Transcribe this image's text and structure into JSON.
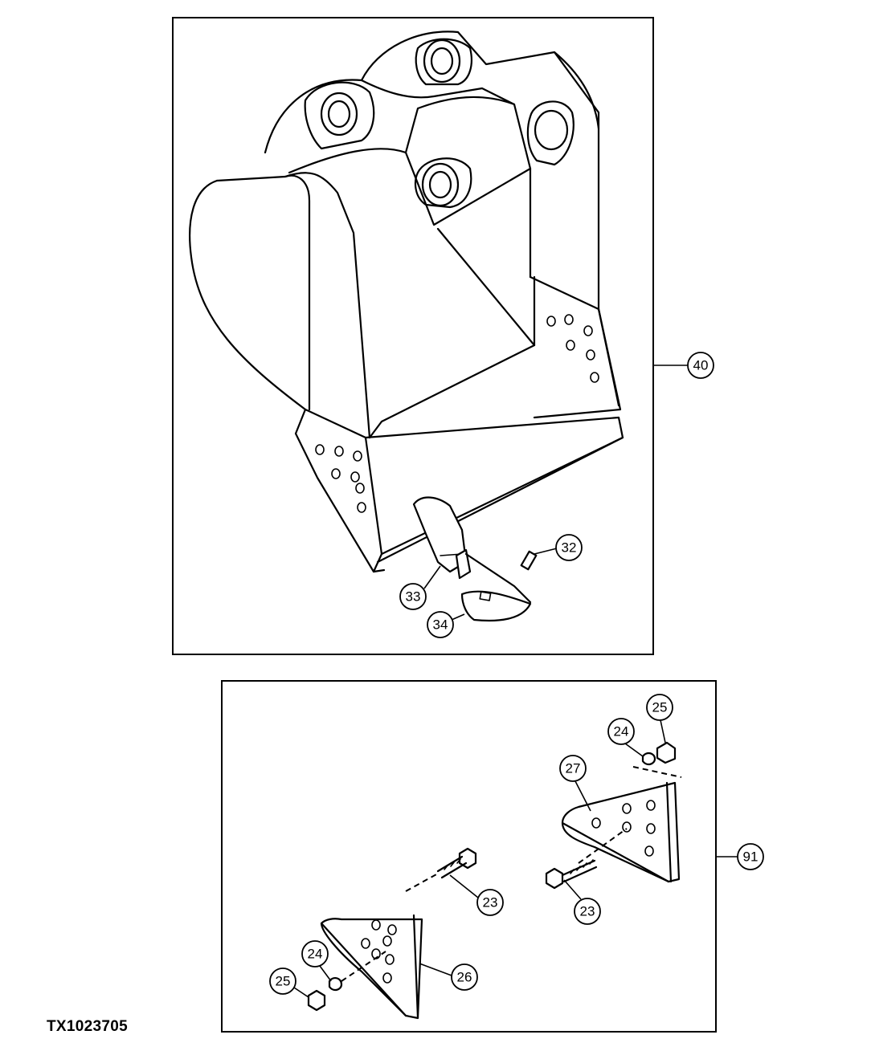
{
  "figure_id": "TX1023705",
  "callouts": {
    "bucket_assembly": "40",
    "pin": "32",
    "tooth": "33",
    "adapter": "34",
    "side_cutter_kit": "91",
    "bolt_left": "23",
    "bolt_right": "23",
    "washer_left": "24",
    "washer_right": "24",
    "nut_left": "25",
    "nut_right": "25",
    "side_cutter_left": "26",
    "side_cutter_right": "27"
  }
}
